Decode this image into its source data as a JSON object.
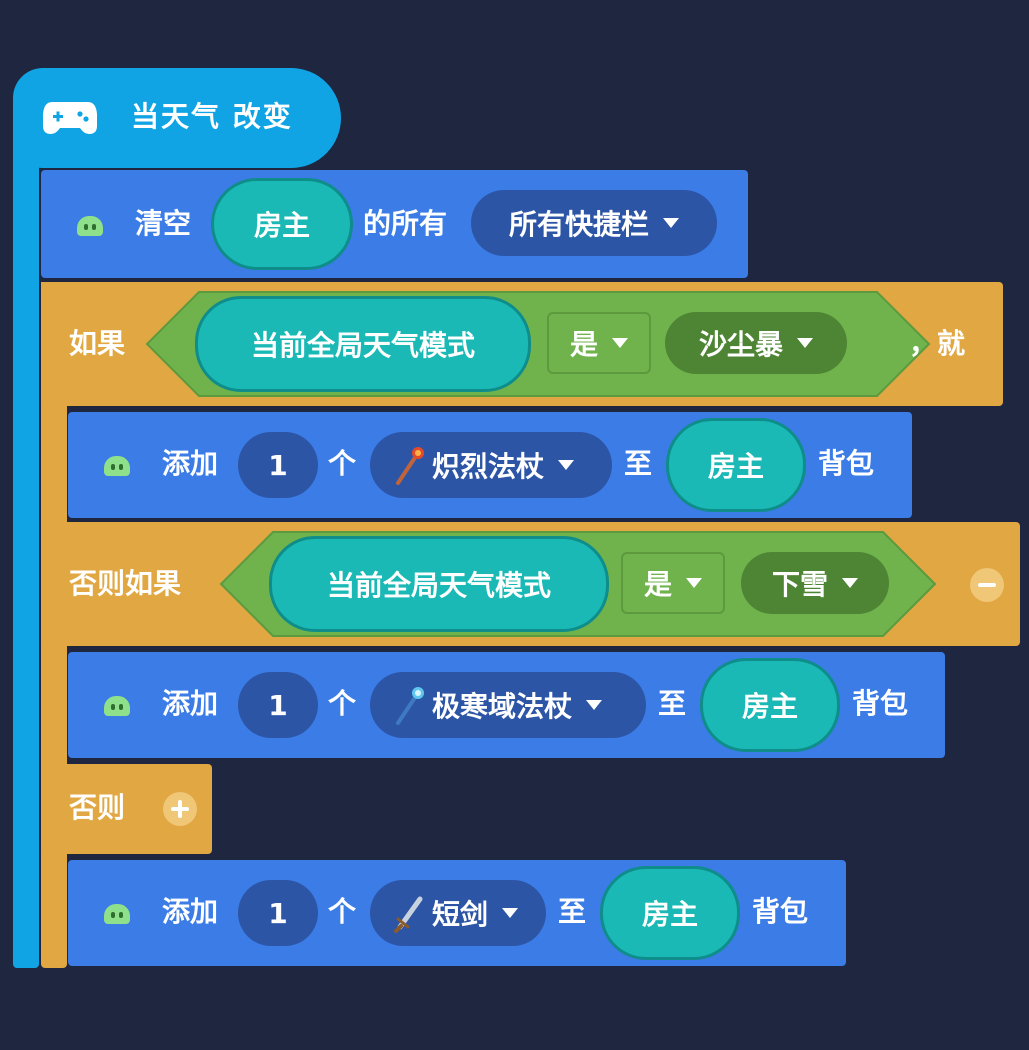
{
  "event": {
    "label": "当天气 改变",
    "icon": "gamepad-icon"
  },
  "clear_block": {
    "verb": "清空",
    "target": "房主",
    "mid": "的所有",
    "scope": "所有快捷栏"
  },
  "if_block": {
    "if_label": "如果",
    "condition": "当前全局天气模式",
    "op": "是",
    "value": "沙尘暴",
    "then_label": "，就"
  },
  "add_1": {
    "verb": "添加",
    "count": "1",
    "unit": "个",
    "item": "炽烈法杖",
    "to": "至",
    "target": "房主",
    "suffix": "背包",
    "item_icon": "fire-staff-icon"
  },
  "elseif_block": {
    "label": "否则如果",
    "condition": "当前全局天气模式",
    "op": "是",
    "value": "下雪",
    "remove_icon": "minus-circle-icon"
  },
  "add_2": {
    "verb": "添加",
    "count": "1",
    "unit": "个",
    "item": "极寒域法杖",
    "to": "至",
    "target": "房主",
    "suffix": "背包",
    "item_icon": "frost-staff-icon"
  },
  "else_block": {
    "label": "否则",
    "add_icon": "plus-circle-icon"
  },
  "add_3": {
    "verb": "添加",
    "count": "1",
    "unit": "个",
    "item": "短剑",
    "to": "至",
    "target": "房主",
    "suffix": "背包",
    "item_icon": "short-sword-icon"
  },
  "colors": {
    "background": "#1f2640",
    "event": "#10a4e4",
    "action": "#3b7ce6",
    "control": "#e0a742",
    "operator": "#70b34d",
    "player": "#1ab9b5"
  }
}
